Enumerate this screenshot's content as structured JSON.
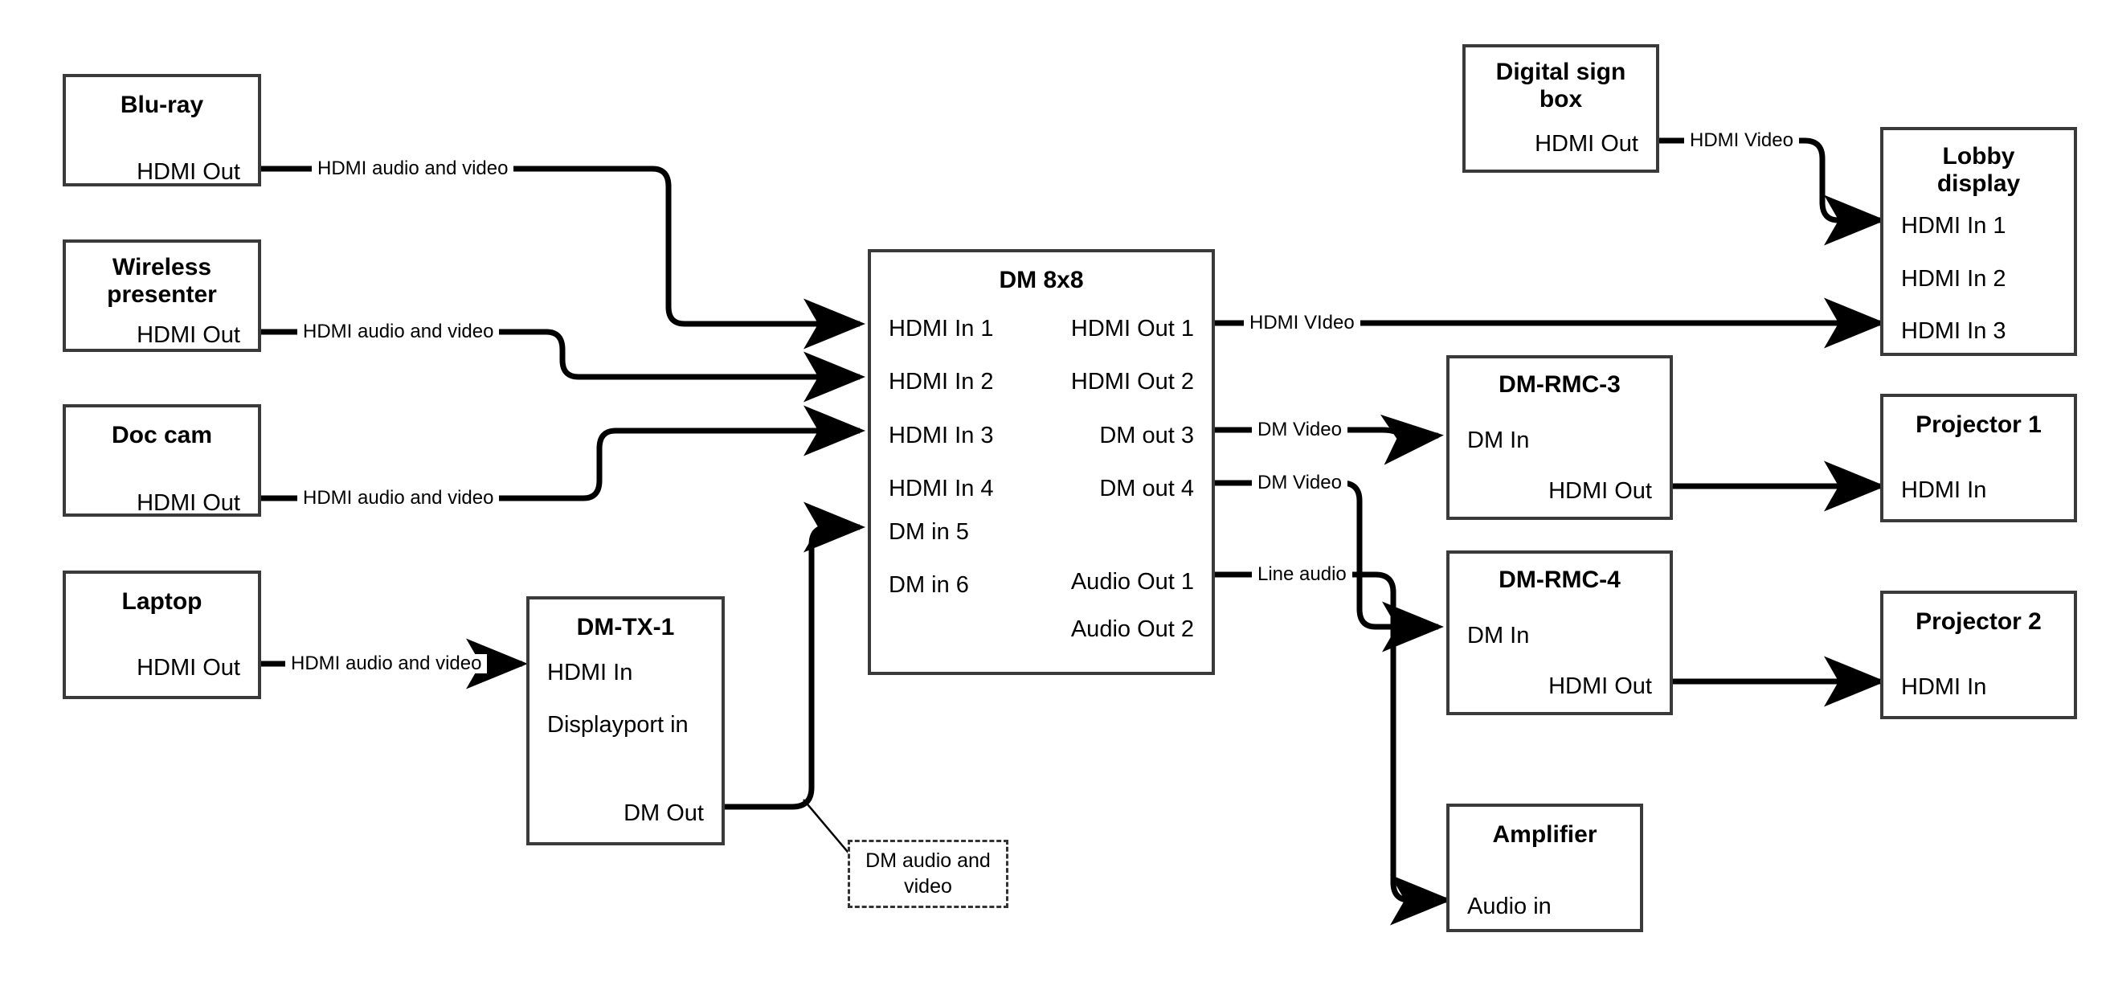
{
  "diagram": {
    "title": "AV signal flow diagram",
    "type": "block-diagram",
    "colors": {
      "box_border": "#3a3a3a",
      "wire": "#000000",
      "background": "#ffffff",
      "callout_border": "#333333"
    }
  },
  "nodes": {
    "bluray": {
      "title": "Blu-ray",
      "ports": {
        "out1": "HDMI Out"
      }
    },
    "wireless": {
      "title": "Wireless\npresenter",
      "title_line1": "Wireless",
      "title_line2": "presenter",
      "ports": {
        "out1": "HDMI Out"
      }
    },
    "doccam": {
      "title": "Doc cam",
      "ports": {
        "out1": "HDMI Out"
      }
    },
    "laptop": {
      "title": "Laptop",
      "ports": {
        "out1": "HDMI Out"
      }
    },
    "dmtx1": {
      "title": "DM-TX-1",
      "ports": {
        "in1": "HDMI In",
        "in2": "Displayport in",
        "out1": "DM Out"
      }
    },
    "dm8x8": {
      "title": "DM 8x8",
      "inputs": [
        "HDMI In 1",
        "HDMI In 2",
        "HDMI In 3",
        "HDMI In 4",
        "DM in 5",
        "DM in 6"
      ],
      "outputs": [
        "HDMI Out 1",
        "HDMI Out 2",
        "DM out 3",
        "DM out 4",
        "Audio Out 1",
        "Audio Out 2"
      ]
    },
    "signbox": {
      "title_line1": "Digital sign",
      "title_line2": "box",
      "ports": {
        "out1": "HDMI Out"
      }
    },
    "lobby": {
      "title_line1": "Lobby",
      "title_line2": "display",
      "inputs": [
        "HDMI In 1",
        "HDMI In 2",
        "HDMI In 3"
      ]
    },
    "rmc3": {
      "title": "DM-RMC-3",
      "ports": {
        "in1": "DM In",
        "out1": "HDMI Out"
      }
    },
    "rmc4": {
      "title": "DM-RMC-4",
      "ports": {
        "in1": "DM In",
        "out1": "HDMI Out"
      }
    },
    "proj1": {
      "title": "Projector 1",
      "ports": {
        "in1": "HDMI In"
      }
    },
    "proj2": {
      "title": "Projector 2",
      "ports": {
        "in1": "HDMI In"
      }
    },
    "amp": {
      "title": "Amplifier",
      "ports": {
        "in1": "Audio in"
      }
    }
  },
  "wire_labels": {
    "bluray_to_dm": "HDMI audio and video",
    "wireless_to_dm": "HDMI audio and video",
    "doccam_to_dm": "HDMI audio and video",
    "laptop_to_tx": "HDMI audio and video",
    "signbox_to_lobby": "HDMI Video",
    "hdmiout1_to_lobby": "HDMI VIdeo",
    "dmout3_to_rmc3": "DM Video",
    "dmout4_to_rmc4": "DM Video",
    "audioout1_to_amp": "Line audio"
  },
  "callouts": {
    "dm_av": "DM audio and video"
  }
}
